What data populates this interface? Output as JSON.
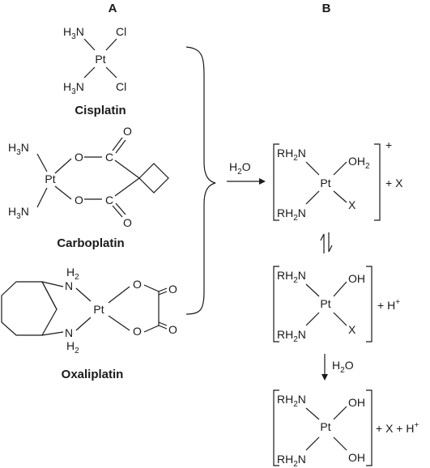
{
  "panels": {
    "a_label": "A",
    "b_label": "B"
  },
  "compounds": [
    {
      "name": "Cisplatin"
    },
    {
      "name": "Carboplatin"
    },
    {
      "name": "Oxaliplatin"
    }
  ],
  "atoms": {
    "pt": "Pt",
    "n": "N",
    "h": "H",
    "h3": "H",
    "three": "3",
    "two": "2",
    "cl": "Cl",
    "o": "O",
    "c": "C",
    "x": "X",
    "oh": "OH",
    "rh": "RH",
    "oh2_base": "OH"
  },
  "reaction": {
    "step1_reagent": "H",
    "step1_reagent_sub": "2",
    "step1_reagent_tail": "O",
    "step3_reagent": "H",
    "step3_reagent_sub": "2",
    "step3_reagent_tail": "O",
    "charge": "+",
    "prod1_extra": "+ X",
    "prod2_extra": "+ H",
    "prod2_extra_sup": "+",
    "prod3_extra": "+ X + H",
    "prod3_extra_sup": "+"
  }
}
